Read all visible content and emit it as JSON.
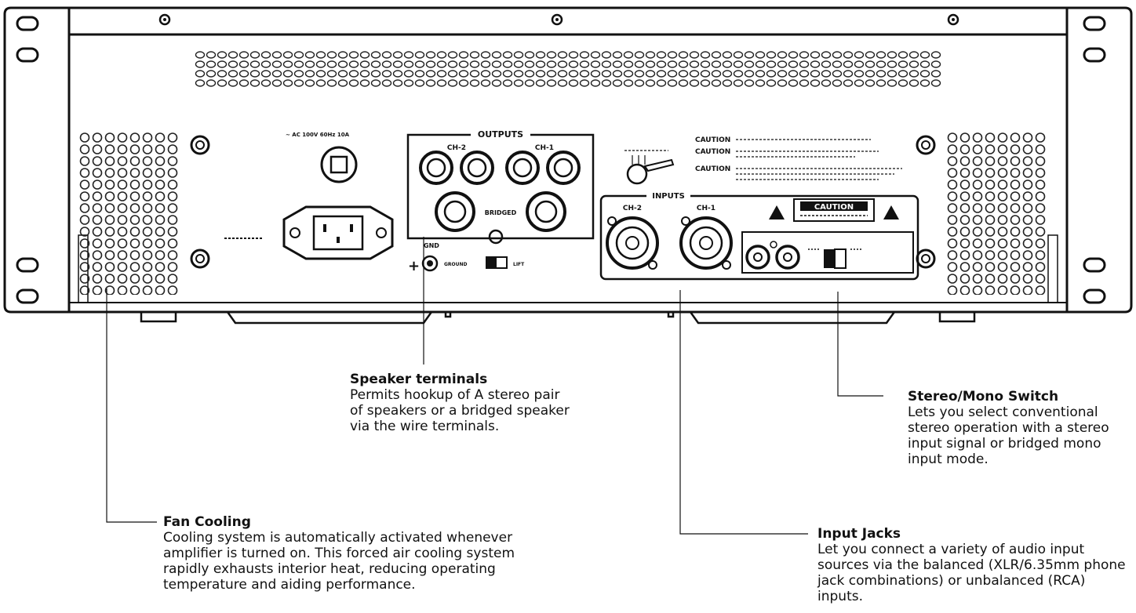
{
  "panel": {
    "outputs_label": "OUTPUTS",
    "inputs_label": "INPUTS",
    "output_ch2": "CH-2",
    "output_ch1": "CH-1",
    "input_ch2": "CH-2",
    "input_ch1": "CH-1",
    "bridged_label": "BRIDGED",
    "gnd_label": "GND",
    "ground_switch_left": "GROUND",
    "ground_switch_right": "LIFT",
    "power_rating": "~ AC 100V 60Hz 10A",
    "caution_badge": "CAUTION",
    "caution_lines": [
      "CAUTION",
      "CAUTION",
      "CAUTION"
    ]
  },
  "callouts": {
    "speaker": {
      "title": "Speaker terminals",
      "desc": "Permits hookup of A stereo pair of speakers or a bridged speaker via the wire terminals."
    },
    "stereo": {
      "title": "Stereo/Mono Switch",
      "desc": "Lets you select conventional stereo operation with a stereo input signal or bridged mono input mode."
    },
    "fan": {
      "title": "Fan Cooling",
      "desc": "Cooling system is automatically activated whenever amplifier is turned on. This forced air cooling system rapidly exhausts interior heat, reducing operating temperature and aiding performance."
    },
    "input": {
      "title": "Input Jacks",
      "desc": "Let you connect a variety of audio input sources via the balanced (XLR/6.35mm phone jack combinations) or unbalanced (RCA) inputs."
    }
  }
}
